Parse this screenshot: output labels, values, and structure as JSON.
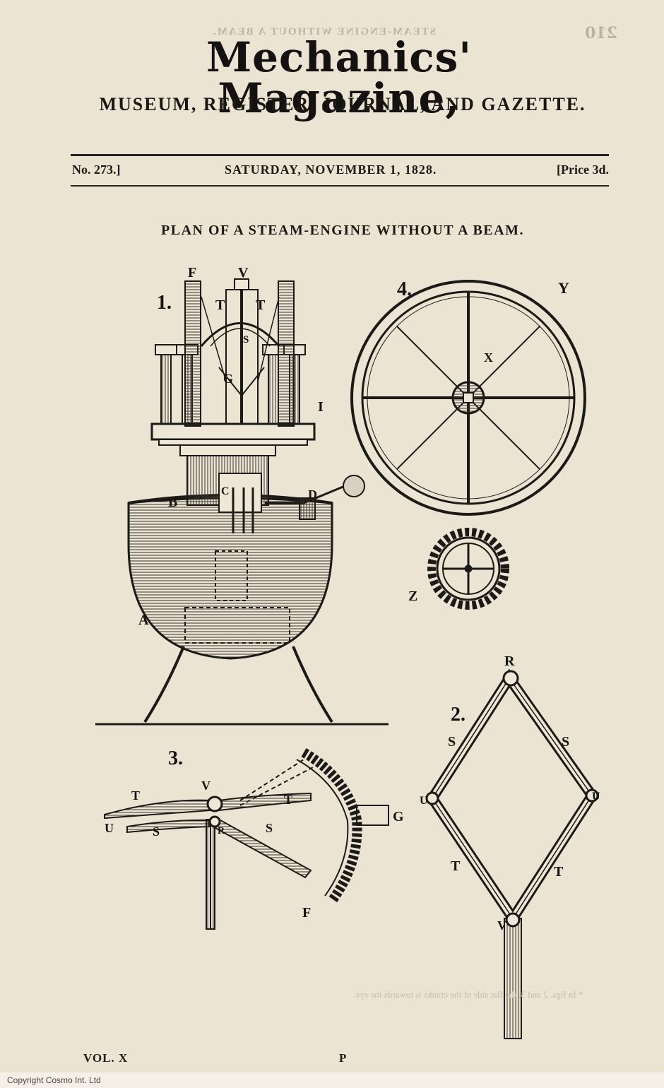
{
  "masthead": {
    "title": "Mechanics' Magazine,",
    "subtitle": "MUSEUM, REGISTER, JOURNAL, AND GAZETTE."
  },
  "issue": {
    "number": "No. 273.]",
    "date": "SATURDAY, NOVEMBER 1, 1828.",
    "price": "[Price 3d."
  },
  "article": {
    "title": "PLAN OF A STEAM-ENGINE WITHOUT A BEAM."
  },
  "show_through": {
    "running_head": "STEAM-ENGINE WITHOUT A BEAM.",
    "folio": "210",
    "footnote": "* In figs. 2 and 3, the flat side of the cranks is towards the eye."
  },
  "figures": {
    "fig1": {
      "number": "1.",
      "labels": [
        "F",
        "V",
        "T",
        "T",
        "S",
        "G",
        "I",
        "B",
        "C",
        "D",
        "A"
      ]
    },
    "fig2": {
      "number": "2.",
      "labels": [
        "R",
        "S",
        "S",
        "U",
        "U",
        "T",
        "T",
        "V"
      ]
    },
    "fig3": {
      "number": "3.",
      "labels": [
        "T",
        "V",
        "T",
        "U",
        "S",
        "S",
        "R",
        "G",
        "F"
      ]
    },
    "fig4": {
      "number": "4.",
      "labels": [
        "Y",
        "X",
        "Z"
      ]
    }
  },
  "footer": {
    "volume": "VOL. X",
    "signature": "P"
  },
  "copyright": "Copyright Cosmo Int. Ltd"
}
